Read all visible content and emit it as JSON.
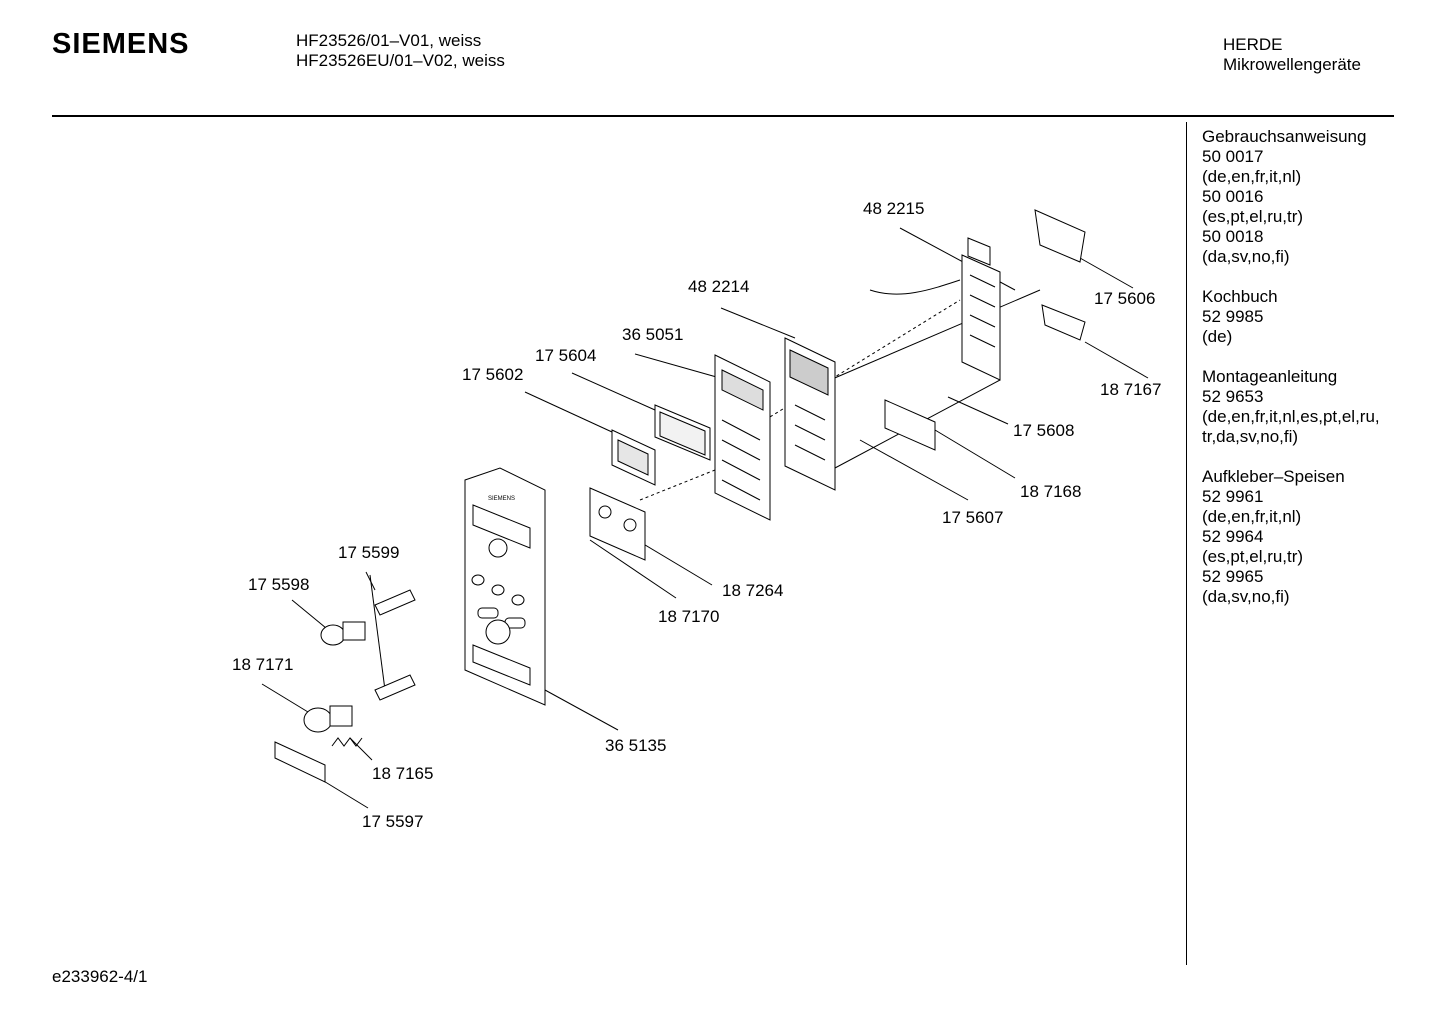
{
  "header": {
    "brand": "SIEMENS",
    "model_line1": "HF23526/01–V01, weiss",
    "model_line2": "HF23526EU/01–V02, weiss",
    "category_line1": "HERDE",
    "category_line2": "Mikrowellengeräte"
  },
  "sidebar": {
    "groups": [
      {
        "lines": [
          "Gebrauchsanweisung",
          "50 0017",
          "(de,en,fr,it,nl)",
          "50 0016",
          "(es,pt,el,ru,tr)",
          "50 0018",
          "(da,sv,no,fi)"
        ]
      },
      {
        "lines": [
          "Kochbuch",
          "52 9985",
          "(de)"
        ]
      },
      {
        "lines": [
          "Montageanleitung",
          "52 9653",
          "(de,en,fr,it,nl,es,pt,el,ru,",
          "tr,da,sv,no,fi)"
        ]
      },
      {
        "lines": [
          "Aufkleber–Speisen",
          "52 9961",
          "(de,en,fr,it,nl)",
          "52 9964",
          "(es,pt,el,ru,tr)",
          "52 9965",
          "(da,sv,no,fi)"
        ]
      }
    ]
  },
  "diagram": {
    "parts": [
      "48 2215",
      "48 2214",
      "36 5051",
      "17 5604",
      "17 5602",
      "17 5606",
      "18 7167",
      "17 5608",
      "18 7168",
      "17 5607",
      "18 7264",
      "18 7170",
      "17 5599",
      "17 5598",
      "18 7171",
      "36 5135",
      "18 7165",
      "17 5597"
    ],
    "panel_brand": "SIEMENS"
  },
  "footer": {
    "drawing_code": "e233962-4/1"
  }
}
